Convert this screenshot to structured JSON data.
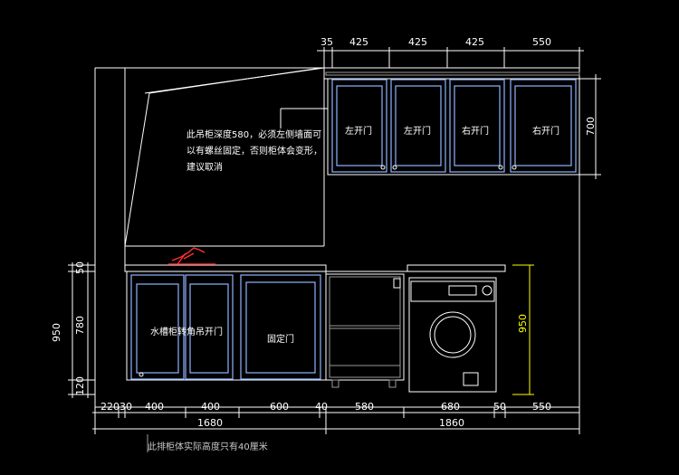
{
  "dims": {
    "top": [
      "35",
      "425",
      "425",
      "425",
      "550"
    ],
    "right_upper": "700",
    "left_outer": "950",
    "left_inner": [
      "50",
      "780",
      "120"
    ],
    "right_washer": "950",
    "bottom": [
      "220",
      "30",
      "400",
      "400",
      "600",
      "40",
      "580",
      "680",
      "50",
      "550"
    ],
    "totals": [
      "1680",
      "1860"
    ]
  },
  "upper_doors": [
    "左开门",
    "左开门",
    "右开门",
    "右开门"
  ],
  "lower_labels": {
    "sink": "水槽柜转角吊开门",
    "fixed": "固定门"
  },
  "notes": {
    "hood_note": "此吊柜深度580，必须左侧墙面可以有螺丝固定，否则柜体会变形，建议取消",
    "bottom_note": "此排柜体实际高度只有40厘米"
  },
  "colors": {
    "background": "#000000",
    "lines": "#ffffff",
    "doors": "#8fb4ff",
    "accent": "#ffff00",
    "faucet": "#ff3030"
  }
}
